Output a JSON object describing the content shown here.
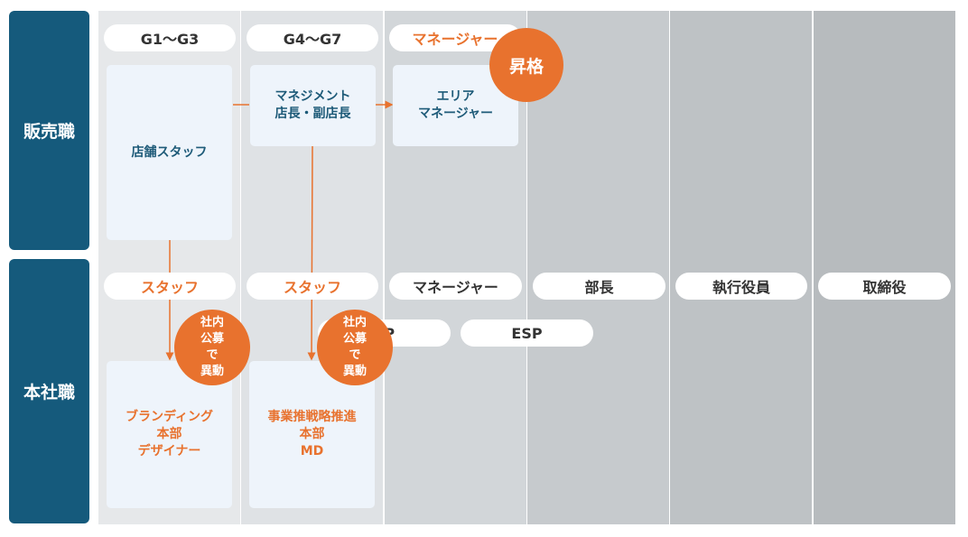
{
  "rows": {
    "sales": "販売職",
    "headquarters": "本社職"
  },
  "grades": {
    "g1": "G1〜G3",
    "g2": "G4〜G7",
    "g3": "マネージャー"
  },
  "hq_grades": {
    "c1": "スタッフ",
    "c2": "スタッフ",
    "c3": "マネージャー",
    "c4": "部長",
    "c5": "執行役員",
    "c6": "取締役"
  },
  "hq_sub": {
    "sp": "SP",
    "esp": "ESP"
  },
  "boxes": {
    "store_staff": "店舗スタッフ",
    "mgmt_line1": "マネジメント",
    "mgmt_line2": "店長・副店長",
    "area_line1": "エリア",
    "area_line2": "マネージャー",
    "brand_line1": "ブランディング",
    "brand_line2": "本部",
    "brand_line3": "デザイナー",
    "biz_line1": "事業推戦略推進",
    "biz_line2": "本部",
    "biz_line3": "MD"
  },
  "badges": {
    "promotion": "昇格",
    "transfer1": [
      "社内",
      "公募",
      "で",
      "異動"
    ],
    "transfer2": [
      "社内",
      "公募",
      "で",
      "異動"
    ]
  },
  "colors": {
    "side": "#155a7c",
    "accent": "#e8722e",
    "col1": "#e6e8ea",
    "col2": "#dfe2e5",
    "col3": "#d2d6d9",
    "col4": "#c6cacd",
    "col5": "#bec2c5",
    "col6": "#b7bbbe",
    "box": "#eef4fb"
  }
}
